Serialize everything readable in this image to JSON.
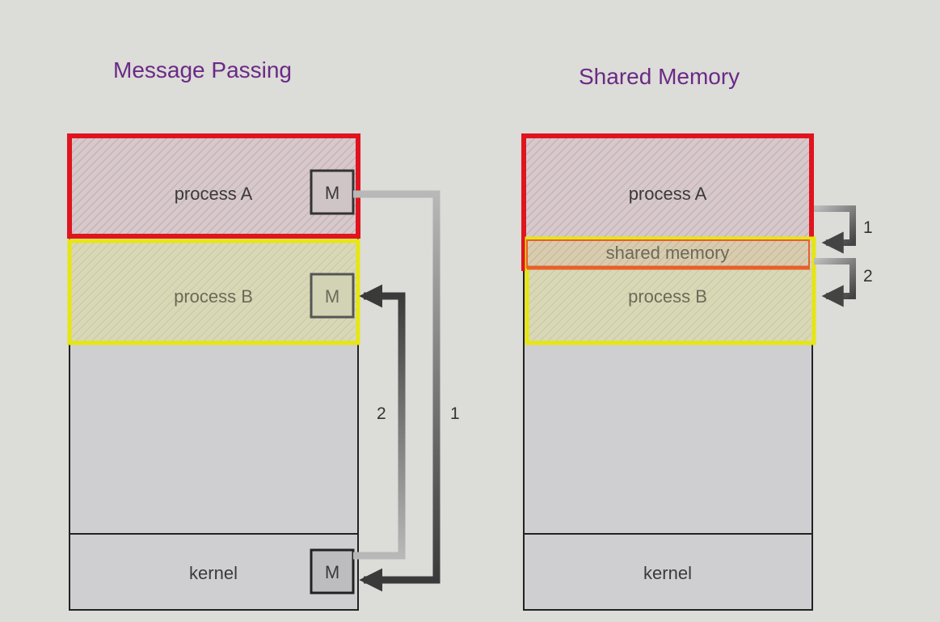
{
  "message_passing": {
    "title": "Message Passing",
    "process_a": "process A",
    "process_b": "process B",
    "kernel": "kernel",
    "message_label": "M",
    "arrow_1": "1",
    "arrow_2": "2"
  },
  "shared_memory": {
    "title": "Shared Memory",
    "process_a": "process A",
    "shared_region": "shared memory",
    "process_b": "process B",
    "kernel": "kernel",
    "arrow_1": "1",
    "arrow_2": "2"
  },
  "colors": {
    "background": "#dcdcd8",
    "process_a_outline": "#e0141e",
    "process_b_outline": "#e6e612",
    "shared_memory_outline": "#e8602a",
    "title": "#6a2a86"
  }
}
